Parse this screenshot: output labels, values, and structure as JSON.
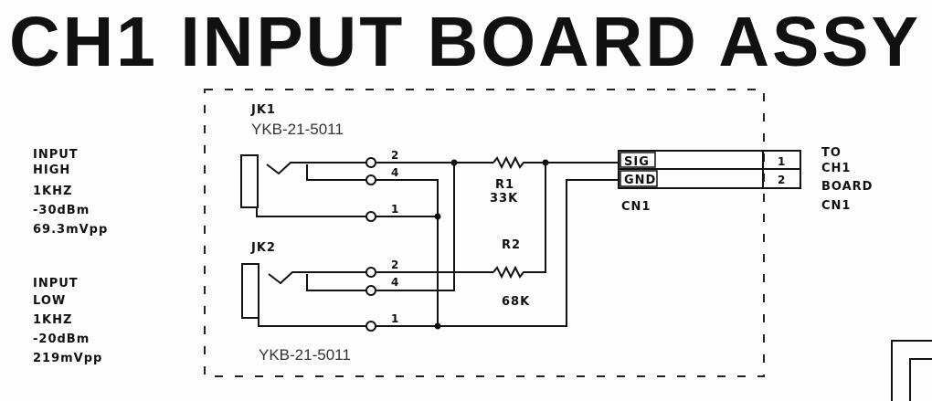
{
  "title": "CH1 INPUT BOARD ASSY",
  "inputs": [
    {
      "lines": [
        "INPUT",
        "HIGH",
        "1KHZ",
        "-30dBm",
        "69.3mVpp"
      ]
    },
    {
      "lines": [
        "INPUT",
        "LOW",
        "1KHZ",
        "-20dBm",
        "219mVpp"
      ]
    }
  ],
  "jacks": [
    {
      "ref": "JK1",
      "part": "YKB-21-5011",
      "pins": [
        "2",
        "4",
        "1"
      ]
    },
    {
      "ref": "JK2",
      "part": "YKB-21-5011",
      "pins": [
        "2",
        "4",
        "1"
      ]
    }
  ],
  "resistors": [
    {
      "ref": "R1",
      "value": "33K"
    },
    {
      "ref": "R2",
      "value": "68K"
    }
  ],
  "connector": {
    "ref": "CN1",
    "signals": [
      "SIG",
      "GND"
    ],
    "pins": [
      "1",
      "2"
    ]
  },
  "destination": [
    "TO",
    "CH1",
    "BOARD",
    "CN1"
  ]
}
